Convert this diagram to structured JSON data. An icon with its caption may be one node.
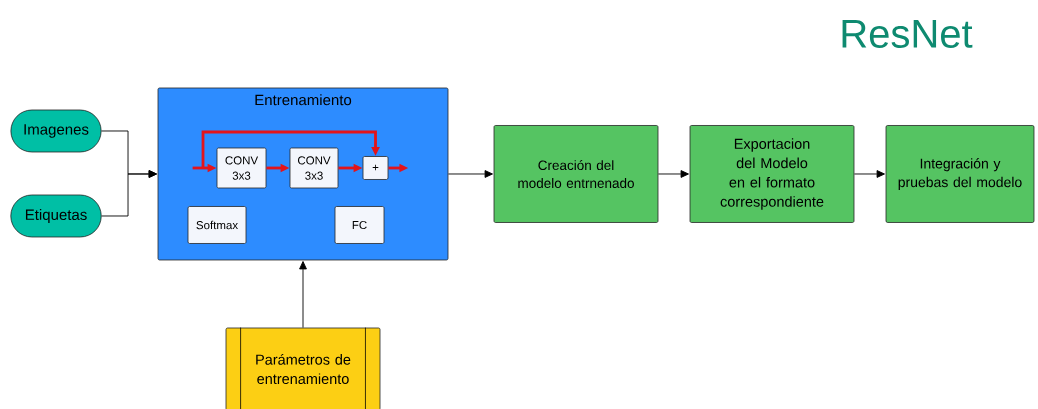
{
  "diagram": {
    "title": "ResNet",
    "nodes": [
      {
        "text": [
          "Imagenes"
        ]
      },
      {
        "text": [
          "Etiquetas"
        ]
      },
      {
        "text": [
          "Entrenamiento"
        ]
      },
      {
        "text": [
          "CONV 3x3"
        ],
        "in": 2
      },
      {
        "text": [
          "CONV 3x3"
        ],
        "in": 2
      },
      {
        "text": [
          "+"
        ],
        "in": 2
      },
      {
        "text": [
          "Softmax"
        ],
        "in": 2
      },
      {
        "text": [
          "FC"
        ],
        "in": 2
      },
      {
        "text": [
          "Creación del modelo entrnenado"
        ]
      },
      {
        "text": [
          "Exportacion del Modelo en el formato correspondiente"
        ]
      },
      {
        "text": [
          "Integración y pruebas del modelo"
        ]
      },
      {
        "text": [
          "Parámetros de entrenamiento"
        ]
      }
    ],
    "edges": [
      {
        "from": 0,
        "to": 2,
        "arrow": "to"
      },
      {
        "from": 1,
        "to": 2,
        "arrow": "to"
      },
      {
        "from": null,
        "to": 3,
        "arrow": "to",
        "style": "thick",
        "color": "#e3141b"
      },
      {
        "from": 3,
        "to": 4,
        "arrow": "to",
        "style": "thick",
        "color": "#e3141b"
      },
      {
        "from": 4,
        "to": 5,
        "arrow": "to",
        "style": "thick",
        "color": "#e3141b"
      },
      {
        "from": null,
        "to": 5,
        "arrow": "to",
        "style": "thick",
        "color": "#e3141b"
      },
      {
        "from": 5,
        "to": null,
        "arrow": "to",
        "style": "thick",
        "color": "#e3141b"
      },
      {
        "from": 2,
        "to": 8,
        "arrow": "to"
      },
      {
        "from": 8,
        "to": 9,
        "arrow": "to"
      },
      {
        "from": 9,
        "to": 10,
        "arrow": "to"
      },
      {
        "from": 11,
        "to": 2,
        "arrow": "to"
      }
    ]
  }
}
